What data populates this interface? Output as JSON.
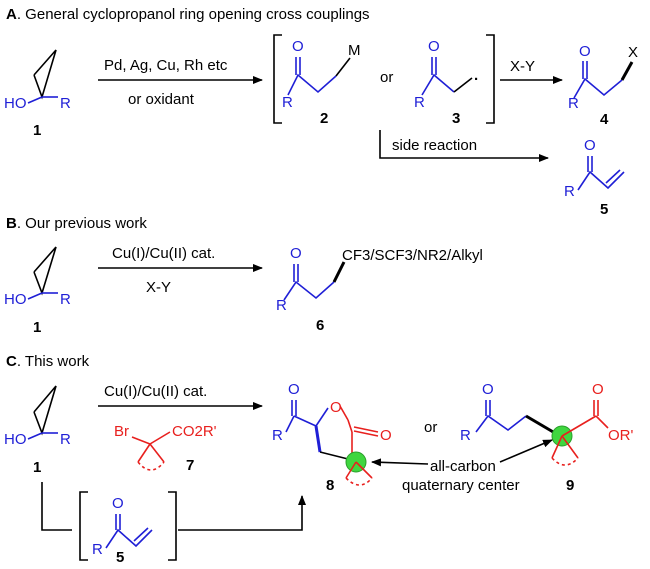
{
  "section_a": {
    "letter": "A",
    "title": ". General cyclopropanol ring opening cross couplings",
    "reagents_top": "Pd, Ag, Cu, Rh etc",
    "reagents_bottom": "or oxidant",
    "or": "or",
    "reagent_xy": "X-Y",
    "side_reaction": "side reaction",
    "compounds": {
      "c1": "1",
      "c2": "2",
      "c3": "3",
      "c4": "4",
      "c5": "5"
    },
    "atoms": {
      "oh": "HO",
      "r": "R",
      "o": "O",
      "m": "M",
      "x": "X",
      "dot": "·"
    }
  },
  "section_b": {
    "letter": "B",
    "title": ". Our previous work",
    "reagents_top": "Cu(I)/Cu(II) cat.",
    "reagents_bottom": "X-Y",
    "product_group": "CF3/SCF3/NR2/Alkyl",
    "compounds": {
      "c1": "1",
      "c6": "6"
    }
  },
  "section_c": {
    "letter": "C",
    "title": ". This work",
    "reagents_top": "Cu(I)/Cu(II) cat.",
    "br": "Br",
    "ester": "CO2R'",
    "or": "or",
    "callout_line1": "all-carbon",
    "callout_line2": "quaternary center",
    "ester_o_r": "OR'",
    "compounds": {
      "c1": "1",
      "c5": "5",
      "c7": "7",
      "c8": "8",
      "c9": "9"
    }
  },
  "colors": {
    "substrate": "#1f1fd6",
    "reagent": "#e8201e",
    "highlight": "#3fd63f",
    "text": "#000000"
  }
}
